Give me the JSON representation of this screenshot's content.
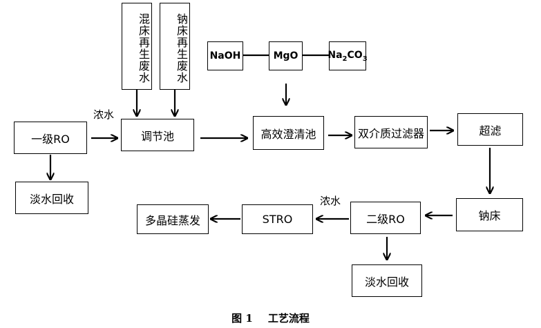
{
  "nodes": {
    "ro1": "一级RO",
    "fresh_water_1": "淡水回收",
    "mixed_bed_waste": "混床再生废水",
    "sodium_bed_waste": "钠床再生废水",
    "regulating_tank": "调节池",
    "naoh": "NaOH",
    "mgo": "MgO",
    "na2co3_prefix": "Na",
    "na2co3_sub1": "2",
    "na2co3_mid": "CO",
    "na2co3_sub2": "3",
    "clarifier": "高效澄清池",
    "dual_media_filter": "双介质过滤器",
    "ultrafiltration": "超滤",
    "sodium_bed": "钠床",
    "ro2": "二级RO",
    "stro": "STRO",
    "polysilicon_evap": "多晶硅蒸发",
    "fresh_water_2": "淡水回收"
  },
  "labels": {
    "concentrate_1": "浓水",
    "concentrate_2": "浓水"
  },
  "caption": {
    "figure_no": "图 1",
    "title": "工艺流程"
  }
}
